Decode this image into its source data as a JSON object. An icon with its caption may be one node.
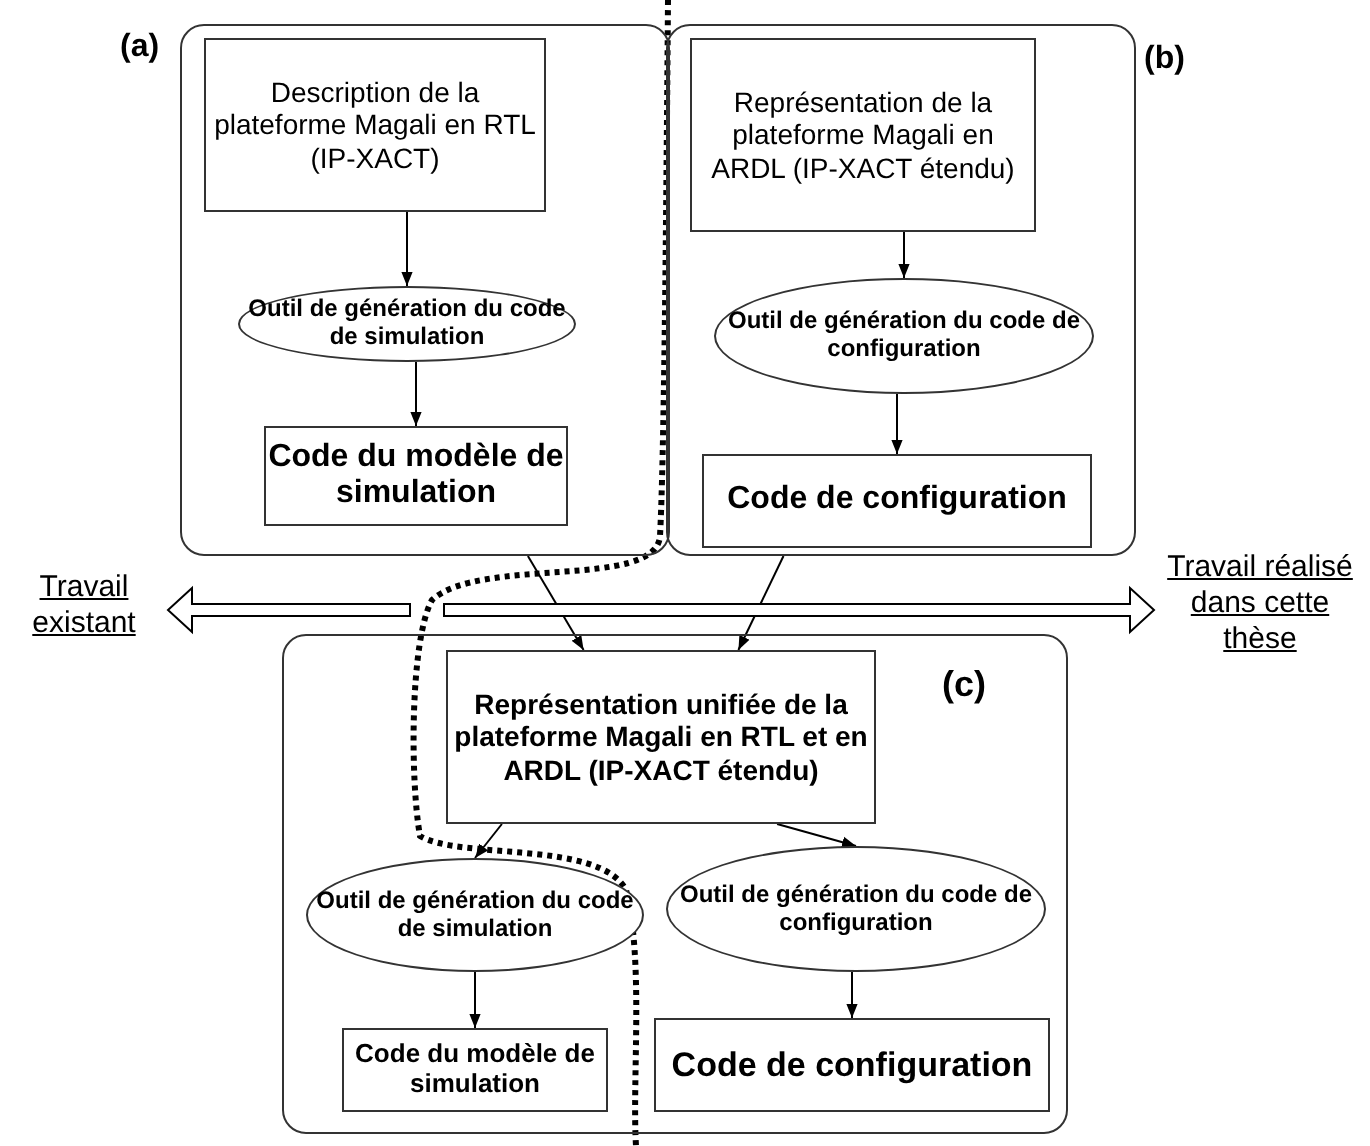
{
  "diagram": {
    "nodes": [
      {
        "text": [],
        "shape": "box",
        "beside": [
          "(a)"
        ]
      },
      {
        "text": [
          "Description de la plateforme Magali en RTL (IP-XACT)"
        ],
        "in": 0
      },
      {
        "text": [
          "Outil de génération du code de simulation"
        ],
        "in": 0
      },
      {
        "text": [
          "Code du modèle de simulation"
        ],
        "in": 0
      },
      {
        "text": [],
        "shape": "box",
        "beside": [
          "(b)"
        ]
      },
      {
        "text": [
          "Représentation de la plateforme Magali en ARDL (IP-XACT étendu)"
        ],
        "in": 4
      },
      {
        "text": [
          "Outil de génération du code de configuration"
        ],
        "in": 4
      },
      {
        "text": [
          "Code de configuration"
        ],
        "in": 4
      },
      {
        "text": [
          "(c)"
        ]
      },
      {
        "text": [
          "Représentation unifiée de la plateforme Magali en RTL et en ARDL (IP-XACT étendu)"
        ],
        "in": 8
      },
      {
        "text": [
          "Outil de génération du code de simulation"
        ],
        "in": 8
      },
      {
        "text": [
          "Outil de génération du code de configuration"
        ],
        "in": 8
      },
      {
        "text": [
          "Code du modèle de simulation"
        ],
        "in": 8
      },
      {
        "text": [
          "Code de configuration"
        ],
        "in": 8
      },
      {
        "text": [
          "Travail existant"
        ]
      },
      {
        "text": [
          "Travail réalisé dans cette thèse"
        ]
      }
    ],
    "edges": [
      {
        "from": 1,
        "to": 2,
        "arrow": "to"
      },
      {
        "from": 2,
        "to": 3,
        "arrow": "to"
      },
      {
        "from": 5,
        "to": 6,
        "arrow": "to"
      },
      {
        "from": 6,
        "to": 7,
        "arrow": "to"
      },
      {
        "from": 0,
        "to": 9,
        "arrow": "to"
      },
      {
        "from": 4,
        "to": 9,
        "arrow": "to"
      },
      {
        "from": 9,
        "to": 10,
        "arrow": "to"
      },
      {
        "from": 9,
        "to": 11,
        "arrow": "to"
      },
      {
        "from": 10,
        "to": 12,
        "arrow": "to"
      },
      {
        "from": 11,
        "to": 13,
        "arrow": "to"
      },
      {
        "from": null,
        "to": 14,
        "arrow": "to"
      },
      {
        "from": null,
        "to": 15,
        "arrow": "to"
      }
    ]
  }
}
